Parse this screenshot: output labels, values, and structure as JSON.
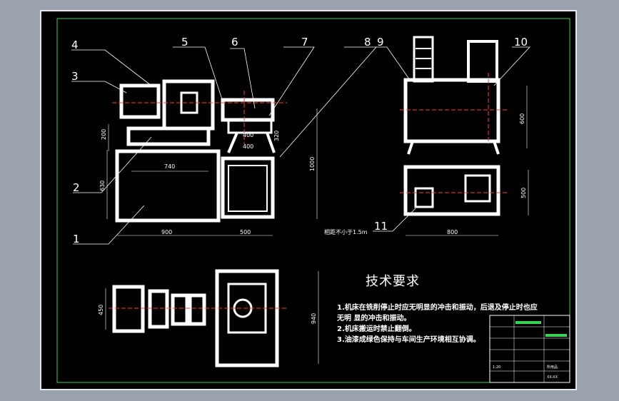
{
  "part_numbers": [
    "1",
    "2",
    "3",
    "4",
    "5",
    "6",
    "7",
    "8",
    "9",
    "10",
    "11"
  ],
  "dimensions": {
    "d200": "200",
    "d630": "630",
    "d740": "740",
    "d900": "900",
    "d500_bottom": "500",
    "d1000": "1000",
    "d400_a": "400",
    "d400_b": "400",
    "d320": "320",
    "d600": "600",
    "d500_right": "500",
    "d800": "800",
    "d450": "450",
    "d940": "940",
    "spacing_note": "相距不小于1.5m"
  },
  "tech_requirements": {
    "title": "技术要求",
    "lines": [
      "1.机床在铣削停止时应无明显的冲击和振动，后退及停止时也应",
      "无明   显的冲击和振动。",
      "2.机床搬运时禁止翻倒。",
      "3.油漆成绿色保持与车间生产环境相互协调。"
    ]
  },
  "title_block": {
    "scale": "1:20",
    "label_a": "所用品",
    "label_b": "XX-XX"
  },
  "colors": {
    "background": "#000000",
    "linework": "#ffffff",
    "centerline": "#ff3b3b",
    "title_block_accent": "#39d353",
    "outer_margin": "#9aa2ad"
  }
}
